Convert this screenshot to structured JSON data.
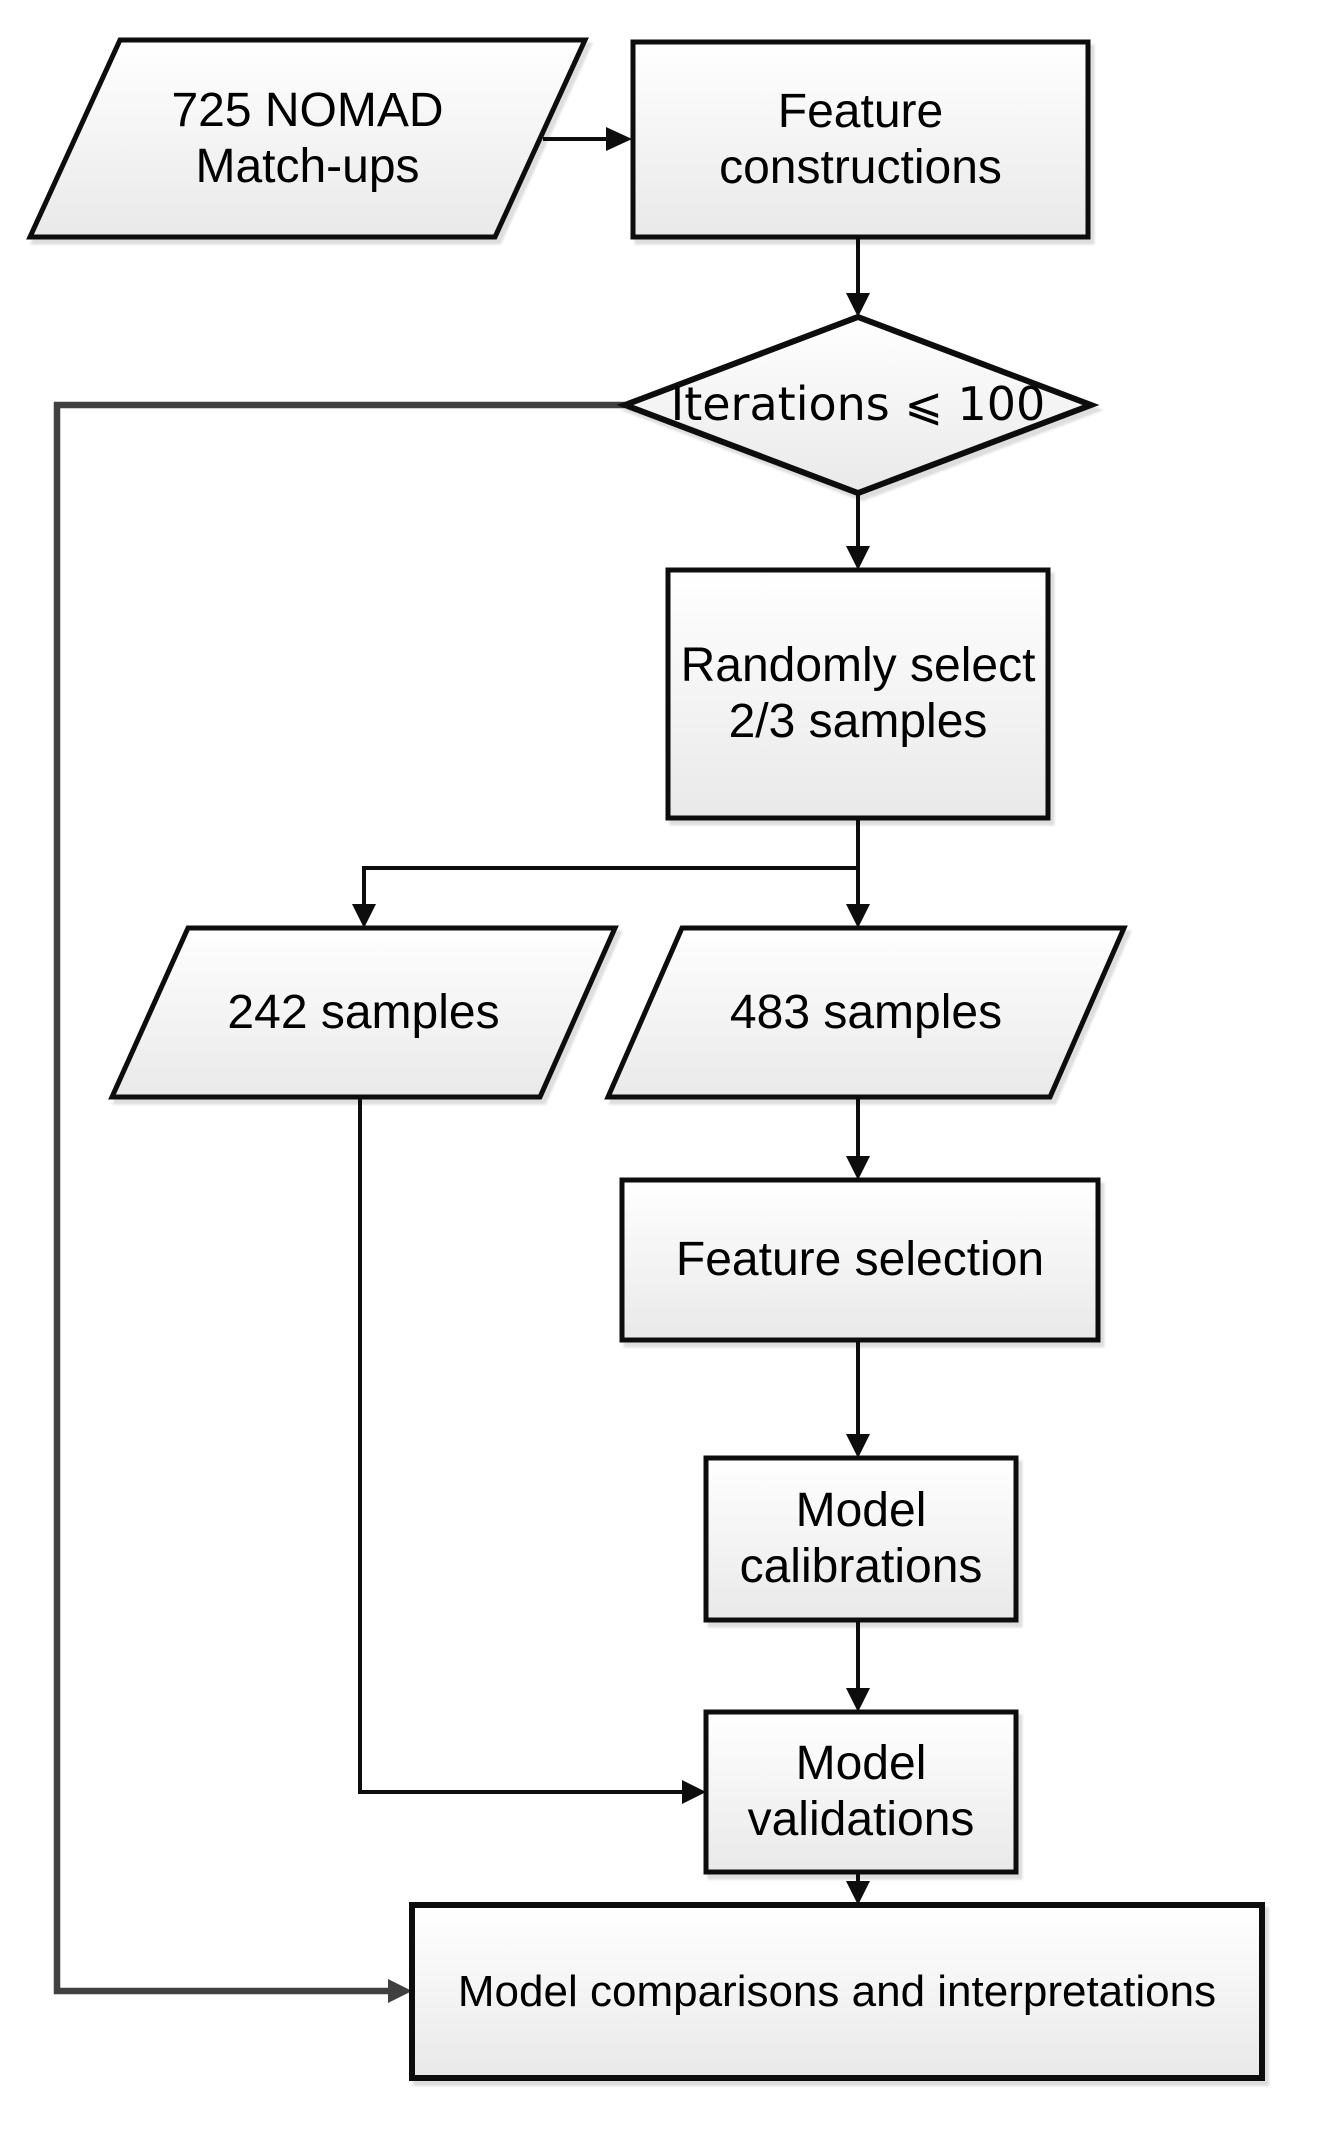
{
  "diagram": {
    "type": "flowchart",
    "nodes": {
      "nomad_matchups": {
        "shape": "parallelogram",
        "label": "725 NOMAD\nMatch-ups"
      },
      "feature_constructions": {
        "shape": "process",
        "label": "Feature\nconstructions"
      },
      "iterations_check": {
        "shape": "decision",
        "label": "Iterations ⩽ 100"
      },
      "randomly_select": {
        "shape": "process",
        "label": "Randomly select\n2/3 samples"
      },
      "samples_242": {
        "shape": "parallelogram",
        "label": "242 samples"
      },
      "samples_483": {
        "shape": "parallelogram",
        "label": "483 samples"
      },
      "feature_selection": {
        "shape": "process",
        "label": "Feature selection"
      },
      "model_calibrations": {
        "shape": "process",
        "label": "Model\ncalibrations"
      },
      "model_validations": {
        "shape": "process",
        "label": "Model\nvalidations"
      },
      "model_comparisons": {
        "shape": "process",
        "label": "Model comparisons and interpretations"
      }
    },
    "edges": [
      {
        "from": "nomad_matchups",
        "to": "feature_constructions"
      },
      {
        "from": "feature_constructions",
        "to": "iterations_check"
      },
      {
        "from": "iterations_check",
        "to": "randomly_select"
      },
      {
        "from": "randomly_select",
        "to": "samples_242"
      },
      {
        "from": "randomly_select",
        "to": "samples_483"
      },
      {
        "from": "samples_483",
        "to": "feature_selection"
      },
      {
        "from": "feature_selection",
        "to": "model_calibrations"
      },
      {
        "from": "model_calibrations",
        "to": "model_validations"
      },
      {
        "from": "samples_242",
        "to": "model_validations"
      },
      {
        "from": "model_validations",
        "to": "model_comparisons"
      },
      {
        "from": "iterations_check",
        "to": "model_comparisons"
      }
    ],
    "colors": {
      "background": "#ffffff",
      "node_fill_top": "#ffffff",
      "node_fill_bottom": "#e9e9e9",
      "node_stroke": "#0a0a0a",
      "connector": "#0d0d0d",
      "loop_connector": "#404040",
      "text": "#000000"
    }
  }
}
